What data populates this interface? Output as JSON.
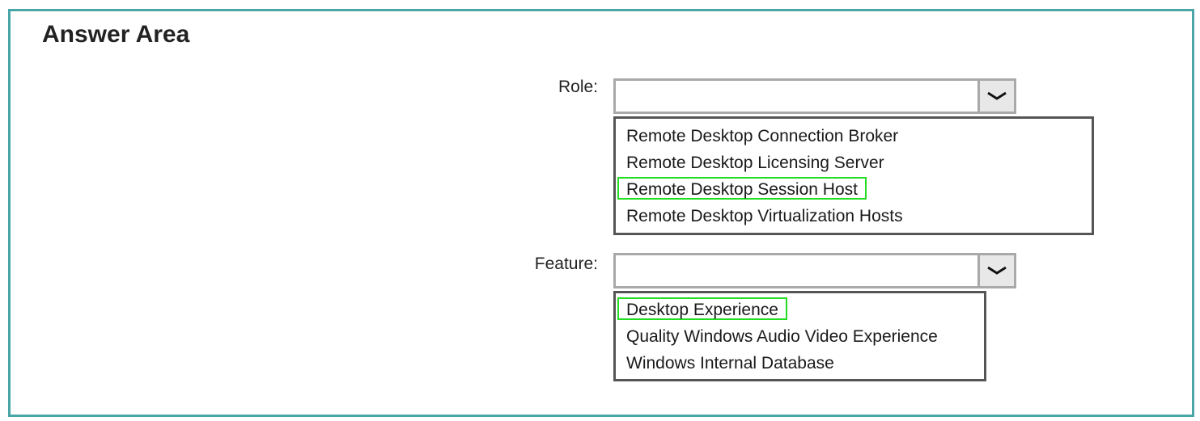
{
  "title": "Answer Area",
  "highlight_color": "#22dd22",
  "border_color": "#4aa6a6",
  "role": {
    "label": "Role:",
    "selected_value": "",
    "dropdown_icon": "chevron-down-icon",
    "options": [
      {
        "label": "Remote Desktop Connection Broker",
        "selected": false
      },
      {
        "label": "Remote Desktop Licensing Server",
        "selected": false
      },
      {
        "label": "Remote Desktop Session Host",
        "selected": true
      },
      {
        "label": "Remote Desktop Virtualization Hosts",
        "selected": false
      }
    ]
  },
  "feature": {
    "label": "Feature:",
    "selected_value": "",
    "dropdown_icon": "chevron-down-icon",
    "options": [
      {
        "label": "Desktop Experience",
        "selected": true
      },
      {
        "label": "Quality Windows Audio Video Experience",
        "selected": false
      },
      {
        "label": "Windows Internal Database",
        "selected": false
      }
    ]
  }
}
